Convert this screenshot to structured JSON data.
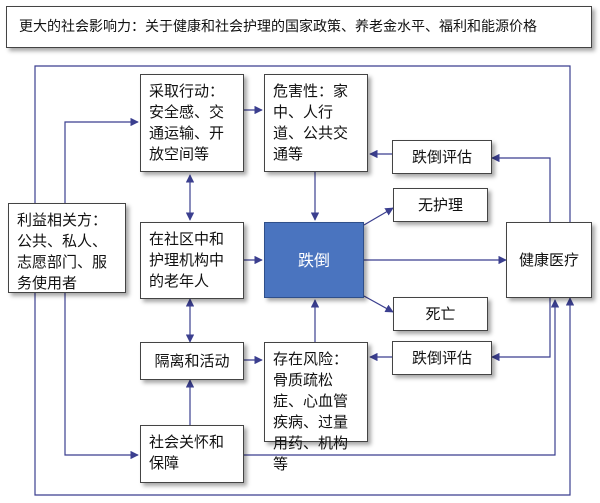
{
  "title": "更大的社会影响力：关于健康和社会护理的国家政策、养老金水平、福利和能源价格",
  "nodes": {
    "stakeholders": "利益相关方：公共、私人、志愿部门、服务使用者",
    "take_action": "采取行动：安全感、交通运输、开放空间等",
    "hazards": "危害性：家中、人行道、公共交通等",
    "older_people": "在社区中和护理机构中的老年人",
    "falls": "跌倒",
    "no_care": "无护理",
    "death": "死亡",
    "health_care": "健康医疗",
    "fall_assessment_top": "跌倒评估",
    "fall_assessment_bottom": "跌倒评估",
    "isolation": "隔离和活动",
    "risks": "存在风险：骨质疏松症、心血管疾病、过量用药、机构等",
    "social_care": "社会关怀和保障"
  },
  "colors": {
    "arrow": "#3b3f8f",
    "focus_fill": "#4a74bf"
  }
}
